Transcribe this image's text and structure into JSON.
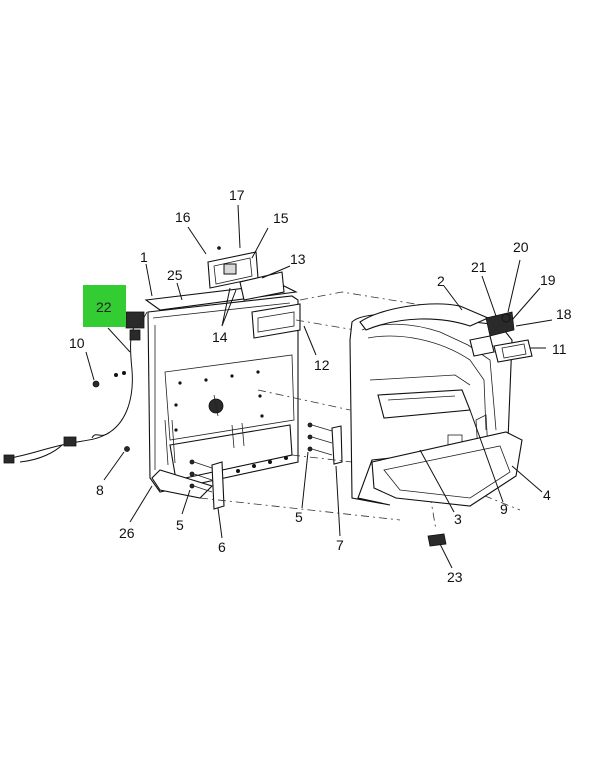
{
  "callouts": {
    "c1": "1",
    "c2": "2",
    "c3": "3",
    "c4": "4",
    "c5a": "5",
    "c5b": "5",
    "c6": "6",
    "c7": "7",
    "c8": "8",
    "c9": "9",
    "c10": "10",
    "c11": "11",
    "c12": "12",
    "c13": "13",
    "c14": "14",
    "c15": "15",
    "c16": "16",
    "c17": "17",
    "c18": "18",
    "c19": "19",
    "c20": "20",
    "c21": "21",
    "c22": "22",
    "c23": "23",
    "c25": "25",
    "c26": "26"
  },
  "highlight": {
    "color": "#33cc33"
  }
}
